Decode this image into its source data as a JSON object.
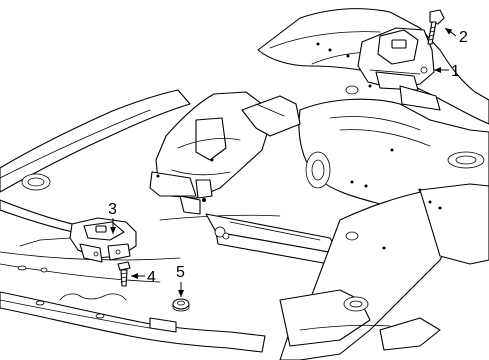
{
  "colors": {
    "line": "#000000",
    "background": "#ffffff"
  },
  "callouts": [
    {
      "id": "1",
      "label": "1",
      "part": "engine-mount-upper"
    },
    {
      "id": "2",
      "label": "2",
      "part": "mount-bolt"
    },
    {
      "id": "3",
      "label": "3",
      "part": "transmission-mount"
    },
    {
      "id": "4",
      "label": "4",
      "part": "transmission-mount-bolt"
    },
    {
      "id": "5",
      "label": "5",
      "part": "nut"
    }
  ]
}
